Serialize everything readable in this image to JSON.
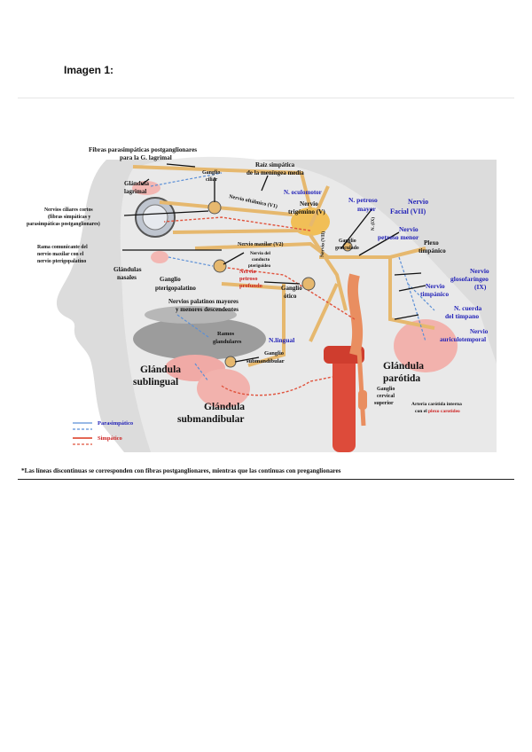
{
  "page": {
    "heading": "Imagen 1:"
  },
  "labels": {
    "fibras_post_lagrimal_1": "Fibras parasimpáticas postganglionares",
    "fibras_post_lagrimal_2": "para la G. lagrimal",
    "raiz_simpatica_1": "Raíz simpática",
    "raiz_simpatica_2": "de la meníngea media",
    "glandula_lagrimal_1": "Glándula",
    "glandula_lagrimal_2": "lagrimal",
    "ganglio_ciliar_1": "Ganglio",
    "ganglio_ciliar_2": "ciliar",
    "n_oculomotor": "N. oculomotor",
    "n_petroso_mayor_1": "N. petroso",
    "n_petroso_mayor_2": "mayor",
    "nervio_facial_1": "Nervio",
    "nervio_facial_2": "Facial (VII)",
    "nervios_ciliares_1": "Nervios ciliares cortos",
    "nervios_ciliares_2": "(fibras simpáticas y",
    "nervios_ciliares_3": "parasimpáticas postganglionares)",
    "nervio_oftalmico": "Nervio oftálmico (V1)",
    "nervio_trigemino_1": "Nervio",
    "nervio_trigemino_2": "trigémino (V)",
    "ganglio_geniculado_1": "Ganglio",
    "ganglio_geniculado_2": "geniculado",
    "nervio_petroso_menor_1": "Nervio",
    "nervio_petroso_menor_2": "petroso menor",
    "rama_comunicante_1": "Rama comunicante del",
    "rama_comunicante_2": "nervio maxilar con el",
    "rama_comunicante_3": "nervio pterigopalatino",
    "nervio_maxilar": "Nervio maxilar (V2)",
    "nervio_conducto_1": "Nervio del",
    "nervio_conducto_2": "conducto",
    "nervio_conducto_3": "pterigoideo",
    "plexo_timpanico_1": "Plexo",
    "plexo_timpanico_2": "timpánico",
    "glandulas_nasales_1": "Glándulas",
    "glandulas_nasales_2": "nasales",
    "nervio_petroso_profundo_1": "Nervio",
    "nervio_petroso_profundo_2": "petroso",
    "nervio_petroso_profundo_3": "profundo",
    "nervio_glosofaringeo_1": "Nervio",
    "nervio_glosofaringeo_2": "glosofaríngeo",
    "nervio_glosofaringeo_3": "(IX)",
    "ganglio_pterigopalatino_1": "Ganglio",
    "ganglio_pterigopalatino_2": "pterigopalatino",
    "ganglio_otico_1": "Ganglio",
    "ganglio_otico_2": "ótico",
    "nervio_timpanico_1": "Nervio",
    "nervio_timpanico_2": "timpánico",
    "nervios_palatinos_1": "Nervios palatinos mayores",
    "nervios_palatinos_2": "y menores descendentes",
    "cuerda_timpano_1": "N. cuerda",
    "cuerda_timpano_2": "del tímpano",
    "ramos_glandulares_1": "Ramos",
    "ramos_glandulares_2": "glandulares",
    "n_lingual": "N.lingual",
    "nervio_auriculotemporal_1": "Nervio",
    "nervio_auriculotemporal_2": "auriculotemporal",
    "ganglio_submandibular_1": "Ganglio",
    "ganglio_submandibular_2": "submandibular",
    "glandula_sublingual_1": "Glándula",
    "glandula_sublingual_2": "sublingual",
    "glandula_parotida_1": "Glándula",
    "glandula_parotida_2": "parótida",
    "ganglio_cervical_1": "Ganglio",
    "ganglio_cervical_2": "cervical",
    "ganglio_cervical_3": "superior",
    "glandula_submandibular_1": "Glándula",
    "glandula_submandibular_2": "submandibular",
    "arteria_carotida_1": "Arteria carótida interna",
    "arteria_carotida_2": "con el ",
    "arteria_carotida_3": "plexo carotideo",
    "nervio_vii_vertical": "Nervio (VII)",
    "nervio_ix_vertical": "N. (IX)"
  },
  "legend": {
    "parasimpatico": "Parasimpático",
    "simpatico": "Simpático"
  },
  "colors": {
    "parasympathetic": "#5b8fd6",
    "sympathetic": "#e0533d",
    "nerve": "#e8b86a",
    "blue_label": "#2323b8",
    "red_label": "#cc1f1f"
  },
  "footnote": "*Las líneas discontinuas se corresponden con fibras postganglionares, mientras que las continuas con preganglionares"
}
